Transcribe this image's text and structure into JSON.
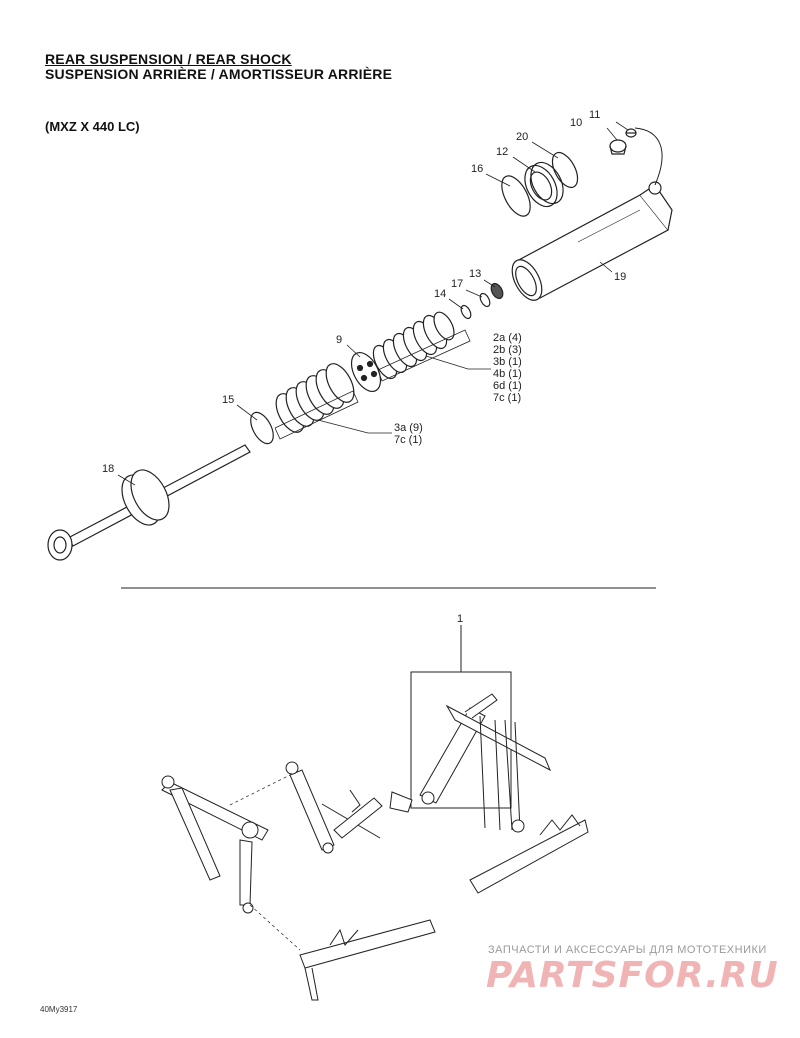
{
  "header": {
    "title_en": "REAR SUSPENSION / REAR SHOCK",
    "title_fr": "SUSPENSION ARRIÈRE / AMORTISSEUR ARRIÈRE",
    "model": "(MXZ X 440 LC)"
  },
  "callouts": {
    "c1": "1",
    "c9": "9",
    "c10": "10",
    "c11": "11",
    "c12": "12",
    "c13": "13",
    "c14": "14",
    "c15": "15",
    "c16": "16",
    "c17": "17",
    "c18": "18",
    "c19": "19",
    "c20": "20"
  },
  "kit_upper": [
    "2a (4)",
    "2b (3)",
    "3b (1)",
    "4b (1)",
    "6d (1)",
    "7c (1)"
  ],
  "kit_lower": [
    "3a (9)",
    "7c (1)"
  ],
  "watermark": {
    "tagline": "ЗАПЧАСТИ И АКСЕССУАРЫ ДЛЯ МОТОТЕХНИКИ",
    "logo": "PARTSFOR.RU"
  },
  "figure_code": "40My3917"
}
